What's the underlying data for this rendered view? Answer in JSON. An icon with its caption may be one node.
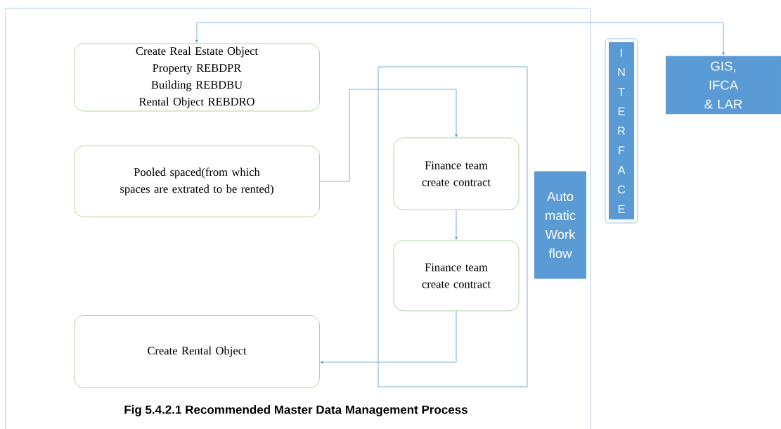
{
  "diagram": {
    "caption": "Fig 5.4.2.1 Recommended Master Data Management Process",
    "nodes": [
      {
        "text": [
          "Create Real Estate Object",
          "Property REBDPR",
          "Building REBDBU",
          "Rental Object REBDRO"
        ]
      },
      {
        "text": [
          "Pooled spaced(from which spaces are extrated to be rented)"
        ]
      },
      {
        "text": [
          "Finance team create contract"
        ]
      },
      {
        "text": [
          "Finance team create contract"
        ]
      },
      {
        "text": [
          "Create Rental Object"
        ]
      },
      {
        "text": [
          "Auto matic Work flow"
        ]
      },
      {
        "text": [
          "I N T E R F A C E"
        ]
      },
      {
        "text": [
          "GIS, IFCA & LAR"
        ]
      }
    ],
    "edges": [
      {
        "from": 7,
        "to": 0,
        "arrow": "both"
      },
      {
        "from": 1,
        "to": 2,
        "arrow": "to"
      },
      {
        "from": 2,
        "to": 3,
        "arrow": "to"
      },
      {
        "from": 3,
        "to": 4,
        "arrow": "to"
      }
    ]
  }
}
